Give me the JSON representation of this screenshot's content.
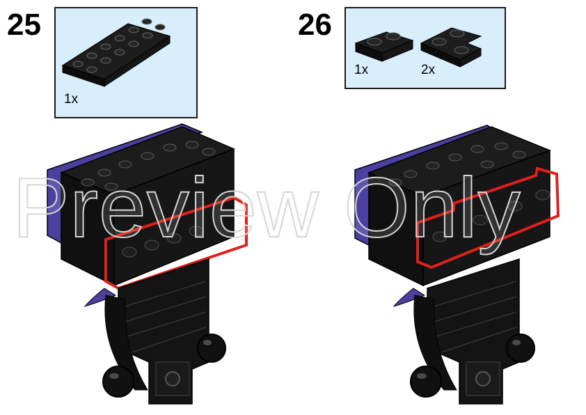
{
  "steps": [
    {
      "number": "25",
      "parts": [
        {
          "qty": "1x",
          "part": "black-plate-2x6-icon"
        }
      ]
    },
    {
      "number": "26",
      "parts": [
        {
          "qty": "1x",
          "part": "black-plate-1x2-icon"
        },
        {
          "qty": "2x",
          "part": "black-corner-plate-icon"
        }
      ]
    }
  ],
  "watermark": "Preview Only",
  "colors": {
    "parts_bg": "#d9eefb",
    "brick": "#141414",
    "accent_purple": "#4b3fa0",
    "highlight": "#e0201b"
  }
}
